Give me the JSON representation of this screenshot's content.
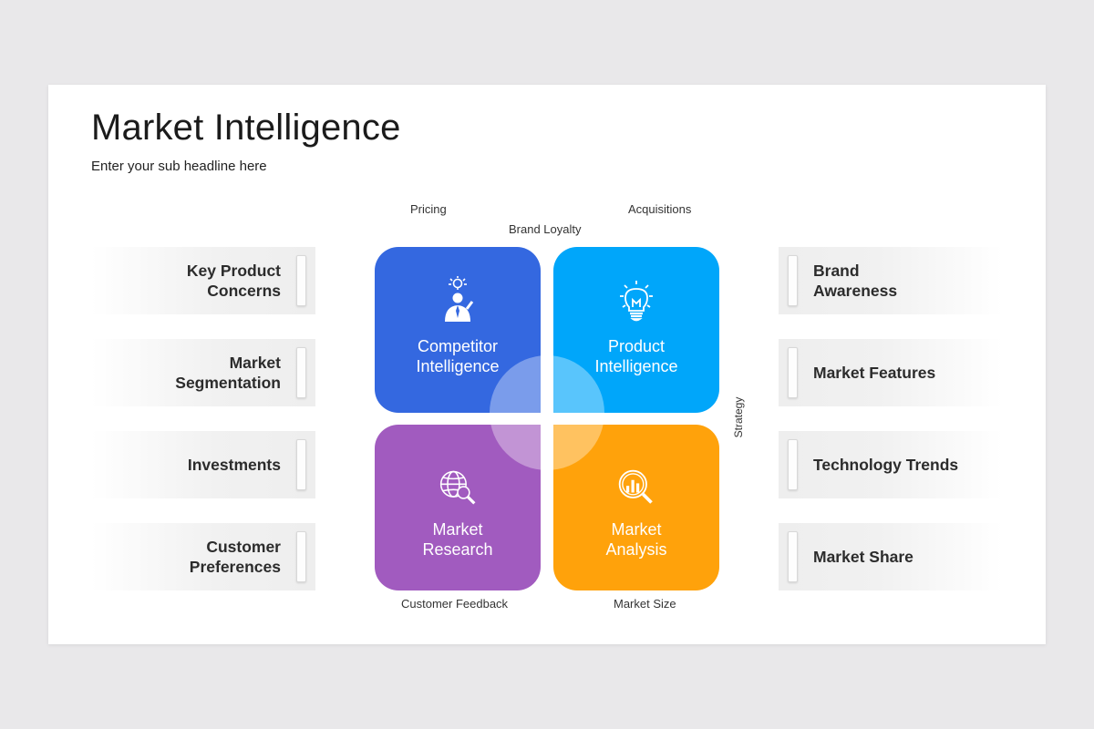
{
  "title": "Market Intelligence",
  "subtitle": "Enter your sub headline here",
  "axis_labels": {
    "pricing": "Pricing",
    "acquisitions": "Acquisitions",
    "brand_loyalty": "Brand Loyalty",
    "strategy": "Strategy",
    "customer_feedback": "Customer Feedback",
    "market_size": "Market Size"
  },
  "quadrants": [
    {
      "label": "Competitor Intelligence",
      "line1": "Competitor",
      "line2": "Intelligence",
      "icon": "businessman-idea-icon",
      "color": "#3468e0"
    },
    {
      "label": "Product Intelligence",
      "line1": "Product",
      "line2": "Intelligence",
      "icon": "lightbulb-icon",
      "color": "#00a6fa"
    },
    {
      "label": "Market Research",
      "line1": "Market",
      "line2": "Research",
      "icon": "globe-search-icon",
      "color": "#a15bbf"
    },
    {
      "label": "Market Analysis",
      "line1": "Market",
      "line2": "Analysis",
      "icon": "chart-magnifier-icon",
      "color": "#ffa20b"
    }
  ],
  "left_items": [
    {
      "line1": "Key Product",
      "line2": "Concerns"
    },
    {
      "line1": "Market",
      "line2": "Segmentation"
    },
    {
      "line1": "Investments",
      "line2": ""
    },
    {
      "line1": "Customer",
      "line2": "Preferences"
    }
  ],
  "right_items": [
    {
      "line1": "Brand",
      "line2": "Awareness"
    },
    {
      "line1": "Market Features",
      "line2": ""
    },
    {
      "line1": "Technology Trends",
      "line2": ""
    },
    {
      "line1": "Market Share",
      "line2": ""
    }
  ]
}
